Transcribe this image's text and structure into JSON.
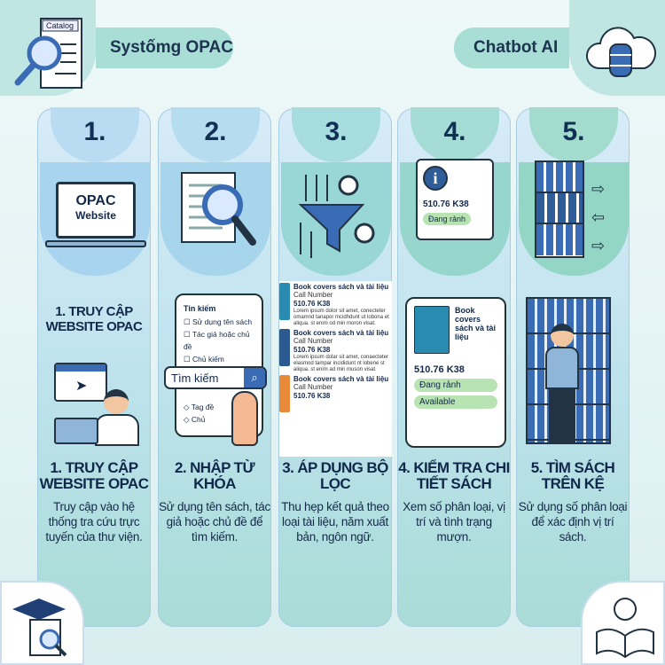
{
  "header": {
    "left_label": "Systốmg OPAC",
    "left_icon_text": "Catalog",
    "right_label": "Chatbot AI"
  },
  "icons": {
    "top_left": "catalog-search-icon",
    "top_right": "cloud-database-icon",
    "bottom_left": "graduation-cap-document-icon",
    "bottom_right": "lightbulb-book-icon"
  },
  "steps": [
    {
      "number": "1.",
      "screen_title": "OPAC",
      "screen_sub": "Website",
      "mid_title": "1. TRUY CẬP WEBSITE OPAC",
      "title": "1. TRUY CẬP WEBSITE OPAC",
      "desc": "Truy cập vào hệ thống tra cứu trực tuyến của thư viện."
    },
    {
      "number": "2.",
      "panel": {
        "heading": "Tin kiếm",
        "options": [
          "Sử dụng tên sách",
          "Tác giả hoặc chủ đề",
          "Chủ kiếm"
        ],
        "search": "Tìm kiếm",
        "tags": [
          "Tag đề",
          "Chủ"
        ]
      },
      "title": "2. NHẬP TỪ KHÓA",
      "desc": "Sử dụng tên sách, tác giả hoặc chủ đề để tìm kiếm."
    },
    {
      "number": "3.",
      "results": [
        {
          "title": "Book covers sách và tài liệu",
          "label": "Call Number",
          "call": "510.76 K38",
          "text": "Lorem ipsum dolor sit amet, conecteter omamnd tanapor mcidhdunt ut lobona et aliqua. st enim od min moron visat."
        },
        {
          "title": "Book covers sách và tài liệu",
          "label": "Call Number",
          "call": "510.76 K38",
          "text": "Lorem ipsum dolar sit amet, conaecteter elasmod tampar incididunt nt lobene st aliqua. st enim ad min muson visat."
        },
        {
          "title": "Book covers sách và tài liệu",
          "label": "Call Number",
          "call": "510.76 K38",
          "text": ""
        }
      ],
      "title": "3. ÁP DỤNG BỘ LỌC",
      "desc": "Thu hẹp kết quả theo loại tài liệu, năm xuất bản, ngôn ngữ."
    },
    {
      "number": "4.",
      "info_call": "510.76 K38",
      "info_status": "Đang rảnh",
      "book_title": "Book covers sách và tài liệu",
      "book_call": "510.76 K38",
      "book_status": "Đang rảnh",
      "book_avail": "Available",
      "title": "4. KIỂM TRA CHI TIẾT SÁCH",
      "desc": "Xem số phân loại, vị trí và tình trạng mượn."
    },
    {
      "number": "5.",
      "title": "5. TÌM SÁCH TRÊN KỆ",
      "desc": "Sử dụng số phân loại để xác định vị trí sách."
    }
  ]
}
